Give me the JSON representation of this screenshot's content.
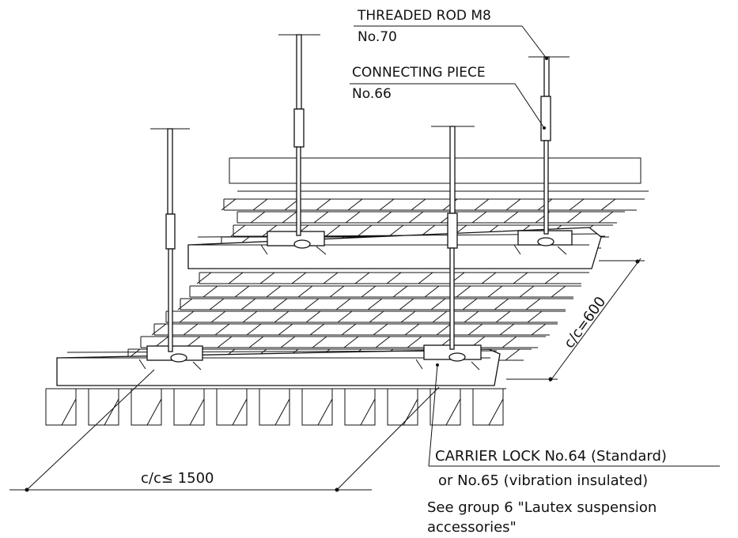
{
  "labels": {
    "threaded_rod": "THREADED ROD M8",
    "threaded_rod_no": "No.70",
    "connecting_piece": "CONNECTING PIECE",
    "connecting_piece_no": "No.66",
    "carrier_lock": "CARRIER LOCK No.64 (Standard)",
    "carrier_lock_alt": "or No.65 (vibration insulated)",
    "see_group_line1": "See group 6 \"Lautex suspension",
    "see_group_line2": "accessories\""
  },
  "dimensions": {
    "cc_horizontal": "c/c≤ 1500",
    "cc_diagonal": "c/c=600"
  },
  "colors": {
    "line": "#111111",
    "background": "#ffffff"
  }
}
